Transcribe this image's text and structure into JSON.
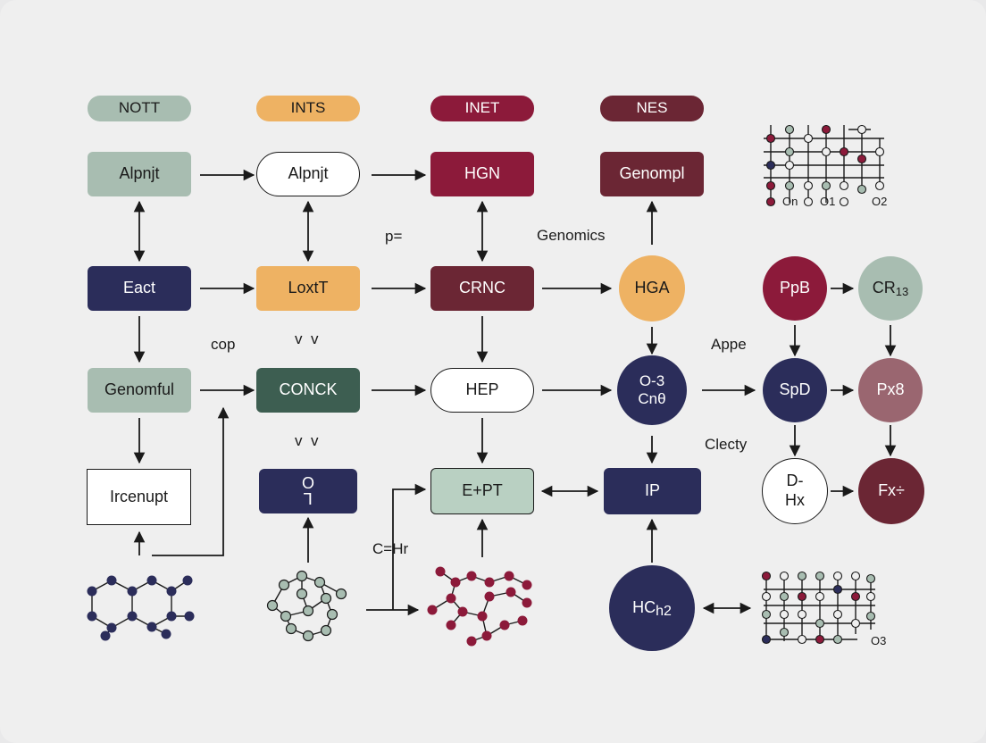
{
  "colors": {
    "sage": "#a8bdb1",
    "amber": "#eeb263",
    "crimson": "#8c1a3a",
    "wine": "#6b2634",
    "navy": "#2b2d5a",
    "forest": "#3d5e51",
    "mauve": "#9a6670",
    "mint": "#b9d0c2",
    "ink": "#1a1a1a"
  },
  "headers": [
    "NOTT",
    "INTS",
    "INET",
    "NES"
  ],
  "nodes": {
    "alpnjt_left": "Alpnjt",
    "alpnjt_mid": "Alpnjt",
    "hgn": "HGN",
    "genompl": "Genompl",
    "eact": "Eact",
    "loxtt": "LoxtT",
    "crnc": "CRNC",
    "hga": "HGA",
    "genomful": "Genomful",
    "conck": "CONCK",
    "hep": "HEP",
    "o3_cn": "O-3\nCnθ",
    "ircenupt": "Ircenupt",
    "o_box": "O\n⅂",
    "ept": "E+PT",
    "ip": "IP",
    "hch2_main": "HC",
    "hch2_sub": "h2",
    "ppb": "PpB",
    "cr_main": "CR",
    "cr_sub": "13",
    "spd": "SpD",
    "px8": "Px8",
    "dhx": "D-\nHx",
    "fx": "Fx÷"
  },
  "labels": {
    "p_eq": "p=",
    "genomics": "Genomics",
    "cop": "cop",
    "vv1": "v  v",
    "vv2": "v  v",
    "appe": "Appe",
    "clecty": "Clecty",
    "c_hr": "C=Hr"
  },
  "circuit_labels": {
    "top": [
      "On",
      "O1",
      "O2"
    ],
    "bottom": [
      "O3"
    ]
  }
}
